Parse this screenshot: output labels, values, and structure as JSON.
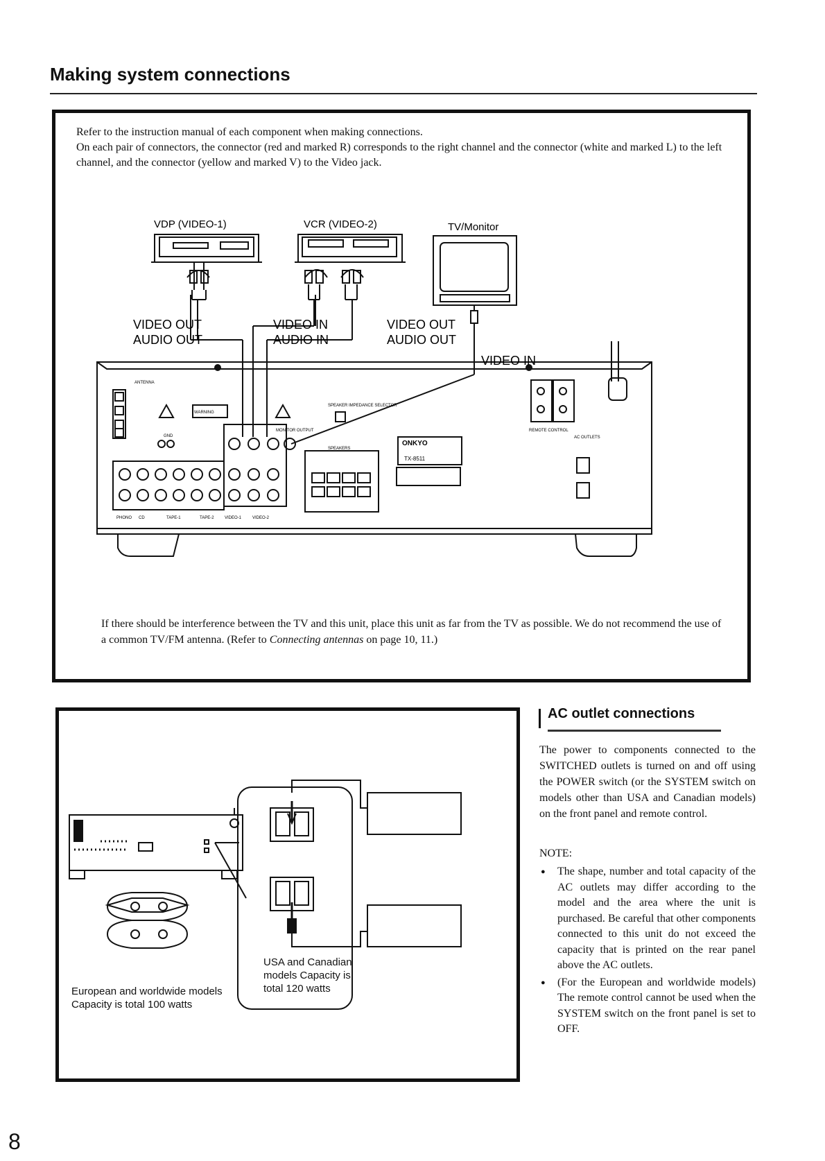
{
  "page": {
    "title": "Making system connections",
    "number": "8"
  },
  "intro": {
    "line1": "Refer to the instruction manual of each component when making connections.",
    "line2": "On each pair of connectors, the connector (red and marked R) corresponds to the right channel and the connector (white and marked L) to the left channel, and the connector (yellow and marked V) to the Video jack."
  },
  "diagram": {
    "device_vdp": "VDP (VIDEO-1)",
    "device_vcr": "VCR (VIDEO-2)",
    "device_tv": "TV/Monitor",
    "vdp_out_video": "VIDEO OUT",
    "vdp_out_audio": "AUDIO OUT",
    "vcr_in_video": "VIDEO IN",
    "vcr_in_audio": "AUDIO IN",
    "vcr_out_video": "VIDEO OUT",
    "vcr_out_audio": "AUDIO OUT",
    "tv_in_video": "VIDEO IN",
    "receiver_brand": "ONKYO",
    "receiver_model": "TX-8511",
    "panel_antenna": "ANTENNA",
    "panel_warning": "WARNING",
    "panel_speaker_selector": "SPEAKER IMPEDANCE SELECTOR",
    "panel_speakers": "SPEAKERS",
    "panel_ac_outlets": "AC OUTLETS",
    "panel_remote": "REMOTE CONTROL",
    "panel_gnd": "GND",
    "panel_phono": "PHONO",
    "panel_cd": "CD",
    "panel_tape1": "TAPE-1",
    "panel_tape2": "TAPE-2",
    "panel_video1": "VIDEO-1",
    "panel_video2": "VIDEO-2",
    "panel_monitor_out": "MONITOR OUTPUT"
  },
  "interference": {
    "text_before": "If there should be interference between the TV and this unit, place this unit as far from the TV as possible. We do not recommend the use of a common TV/FM antenna. (Refer to ",
    "text_italic": "Connecting antennas",
    "text_after": " on page 10, 11.)"
  },
  "ac_diagram": {
    "eu_caption_line1": "European and worldwide models",
    "eu_caption_line2": "Capacity is total 100 watts",
    "usa_caption_line1": "USA and Canadian",
    "usa_caption_line2": "models Capacity is",
    "usa_caption_line3": "total 120 watts"
  },
  "ac_section": {
    "heading": "AC outlet connections",
    "body": "The power to components connected to the SWITCHED outlets is turned on and off using the POWER switch (or the SYSTEM switch on models other than USA and Canadian models) on the front panel and remote control.",
    "note_title": "NOTE:",
    "note1": "The shape, number and total capacity of the AC outlets may differ according to the model and the area where the unit is purchased. Be careful that other components connected to this unit do not exceed the capacity that is printed on the rear panel above the AC outlets.",
    "note2": "(For the European and worldwide models) The remote control cannot be used when the SYSTEM switch on the front panel is set to OFF."
  }
}
